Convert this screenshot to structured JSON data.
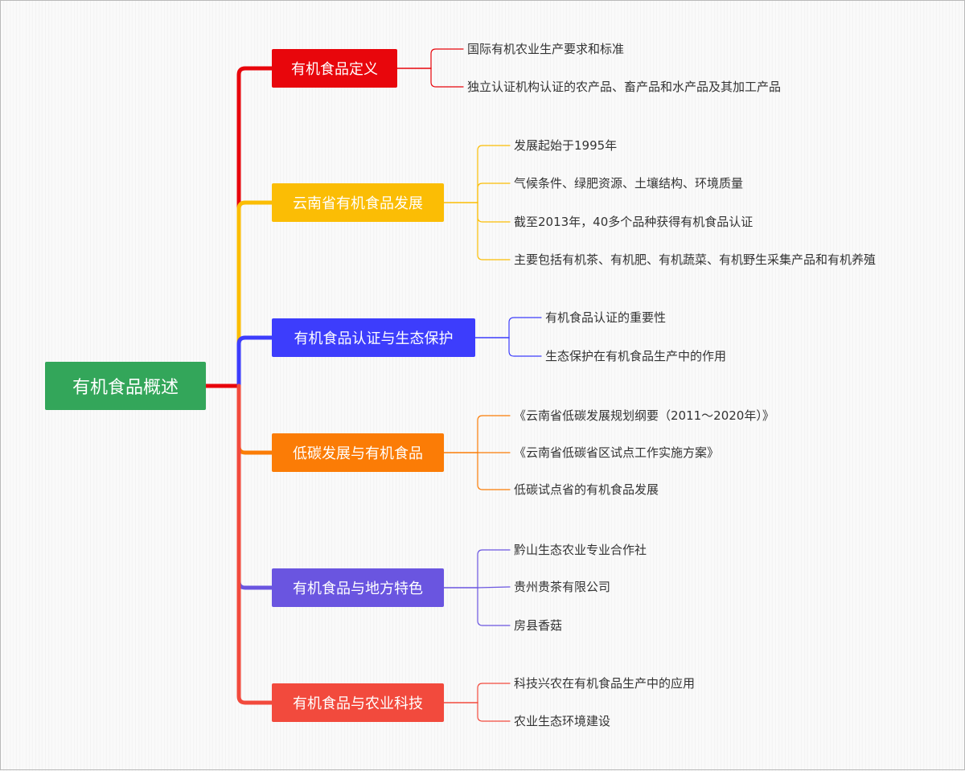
{
  "root": {
    "label": "有机食品概述",
    "color": "#33a65a"
  },
  "branches": [
    {
      "label": "有机食品定义",
      "color": "#e8060c",
      "items": [
        "国际有机农业生产要求和标准",
        "独立认证机构认证的农产品、畜产品和水产品及其加工产品"
      ]
    },
    {
      "label": "云南省有机食品发展",
      "color": "#fbbd05",
      "items": [
        "发展起始于1995年",
        "气候条件、绿肥资源、土壤结构、环境质量",
        "截至2013年，40多个品种获得有机食品认证",
        "主要包括有机茶、有机肥、有机蔬菜、有机野生采集产品和有机养殖"
      ]
    },
    {
      "label": "有机食品认证与生态保护",
      "color": "#3d3dfc",
      "items": [
        "有机食品认证的重要性",
        "生态保护在有机食品生产中的作用"
      ]
    },
    {
      "label": "低碳发展与有机食品",
      "color": "#fb7c06",
      "items": [
        "《云南省低碳发展规划纲要（2011～2020年）》",
        "《云南省低碳省区试点工作实施方案》",
        "低碳试点省的有机食品发展"
      ]
    },
    {
      "label": "有机食品与地方特色",
      "color": "#6a55e0",
      "items": [
        "黔山生态农业专业合作社",
        "贵州贵茶有限公司",
        "房县香菇"
      ]
    },
    {
      "label": "有机食品与农业科技",
      "color": "#f24a3d",
      "items": [
        "科技兴农在有机食品生产中的应用",
        "农业生态环境建设"
      ]
    }
  ]
}
